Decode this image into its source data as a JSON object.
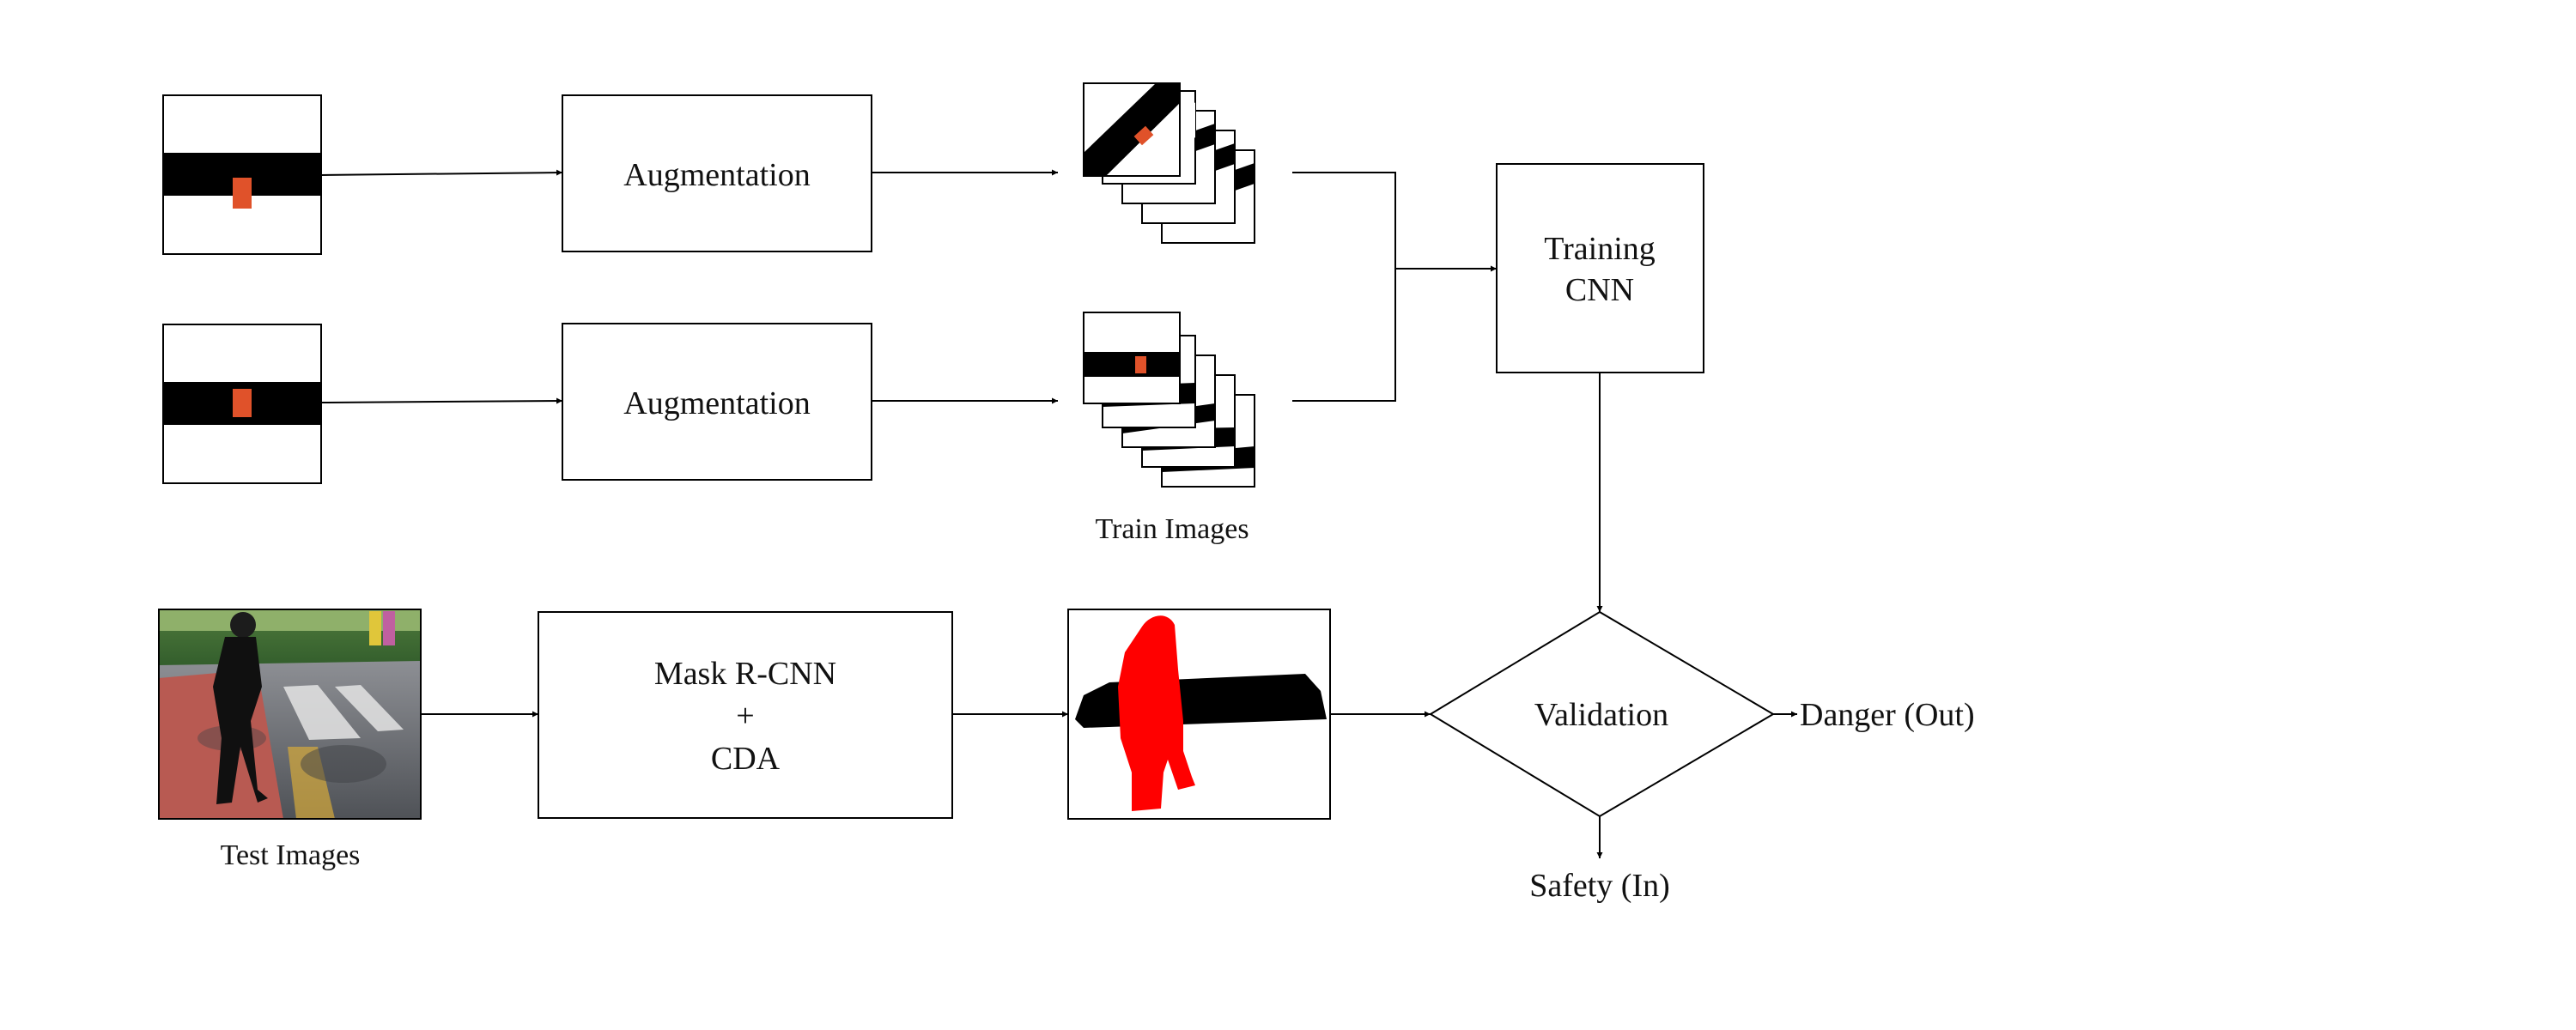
{
  "nodes": {
    "augmentation_1": "Augmentation",
    "augmentation_2": "Augmentation",
    "training_line1": "Training",
    "training_line2": "CNN",
    "mask_line1": "Mask R-CNN",
    "mask_line2": "+",
    "mask_line3": "CDA",
    "validation": "Validation"
  },
  "labels": {
    "train_images": "Train Images",
    "test_images": "Test Images",
    "danger": "Danger (Out)",
    "safety": "Safety (In)"
  },
  "colors": {
    "marker": "#e0522a",
    "person_mask": "#ff0000",
    "road_mask": "#000000"
  }
}
